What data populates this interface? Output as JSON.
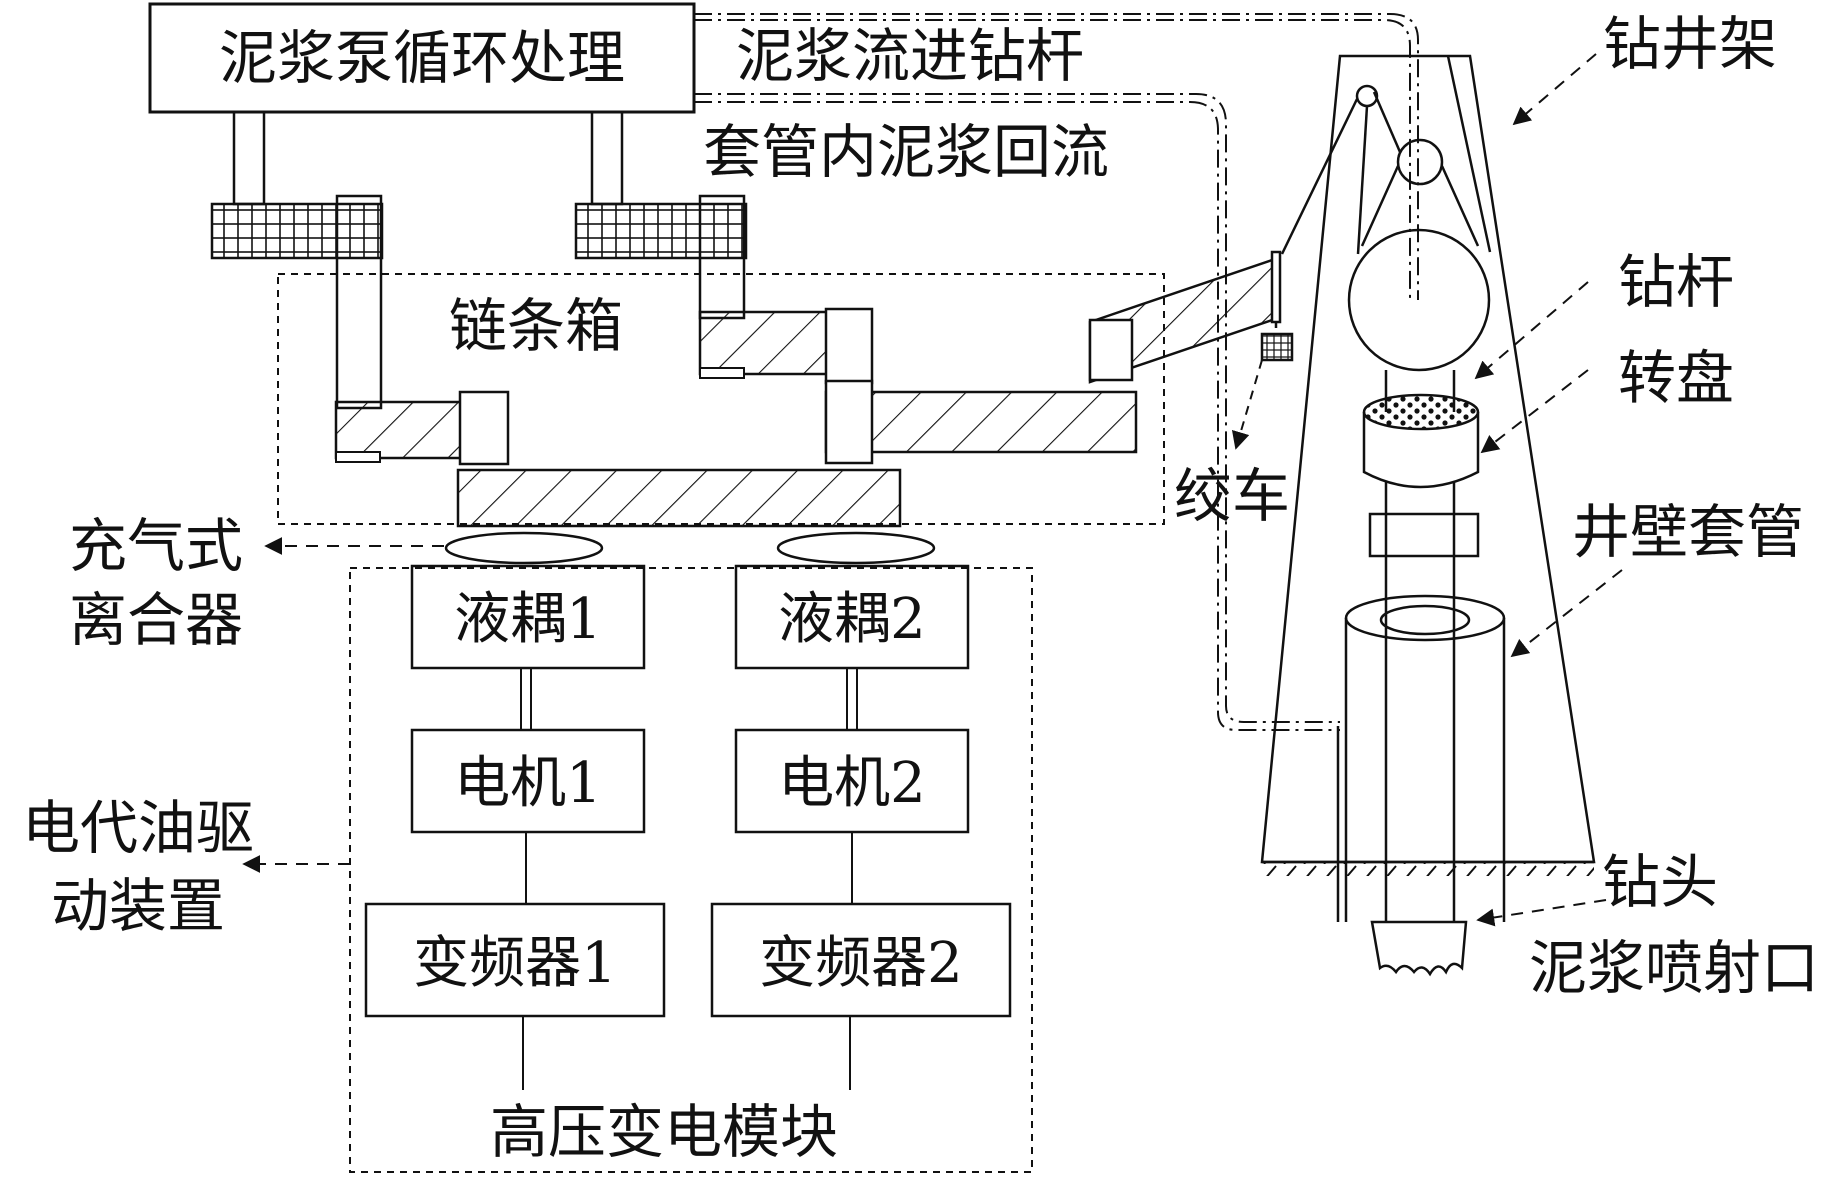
{
  "labels": {
    "mud_pump": "泥浆泵循环处理",
    "mud_into_pipe": "泥浆流进钻杆",
    "casing_return": "套管内泥浆回流",
    "chain_box": "链条箱",
    "clutch_line1": "充气式",
    "clutch_line2": "离合器",
    "fluid_coupling_1": "液耦1",
    "fluid_coupling_2": "液耦2",
    "motor_1": "电机1",
    "motor_2": "电机2",
    "vfd_1": "变频器1",
    "vfd_2": "变频器2",
    "hv_module": "高压变电模块",
    "electric_drive_line1": "电代油驱",
    "electric_drive_line2": "动装置",
    "winch": "绞车",
    "derrick": "钻井架",
    "drill_pipe": "钻杆",
    "turntable": "转盘",
    "casing": "井壁套管",
    "drill_bit": "钻头",
    "mud_nozzle": "泥浆喷射口"
  },
  "colors": {
    "stroke": "#111111",
    "background": "#ffffff"
  }
}
